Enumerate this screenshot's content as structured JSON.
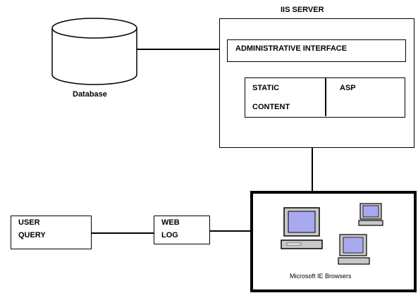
{
  "iis_server": {
    "title": "IIS SERVER",
    "admin_interface": "ADMINISTRATIVE INTERFACE",
    "static_content": [
      "STATIC",
      "CONTENT"
    ],
    "asp": "ASP"
  },
  "database": {
    "label": "Database"
  },
  "user_query": {
    "lines": [
      "USER",
      "QUERY"
    ]
  },
  "web_log": {
    "lines": [
      "WEB",
      "LOG"
    ]
  },
  "browsers": {
    "label": "Microsoft IE Browsers"
  },
  "colors": {
    "stroke": "#000000",
    "screen": "#a9a9f0",
    "monitor_body": "#c8c8c8"
  }
}
